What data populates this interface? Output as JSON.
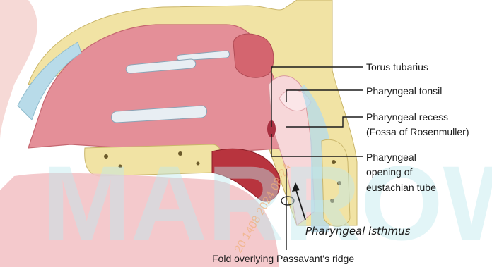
{
  "labels": {
    "torus_tubarius": "Torus tubarius",
    "pharyngeal_tonsil": "Pharyngeal tonsil",
    "pharyngeal_recess_1": "Pharyngeal recess",
    "pharyngeal_recess_2": "(Fossa of Rosenmuller)",
    "pharyngeal_opening_1": "Pharyngeal",
    "pharyngeal_opening_2": "opening of",
    "pharyngeal_opening_3": "eustachian tube",
    "pharyngeal_isthmus": "Pharyngeal isthmus",
    "fold_passavant": "Fold overlying Passavant's ridge"
  },
  "watermark": {
    "text": "MARROW",
    "diagonal": "20 1408 2024 08-24"
  },
  "colors": {
    "mucosa": "#e7919a",
    "mucosa_light": "#f3c3c6",
    "bone": "#f1e3a4",
    "cartilage_blue": "#b8dbe9",
    "cavity": "#d4656f"
  }
}
